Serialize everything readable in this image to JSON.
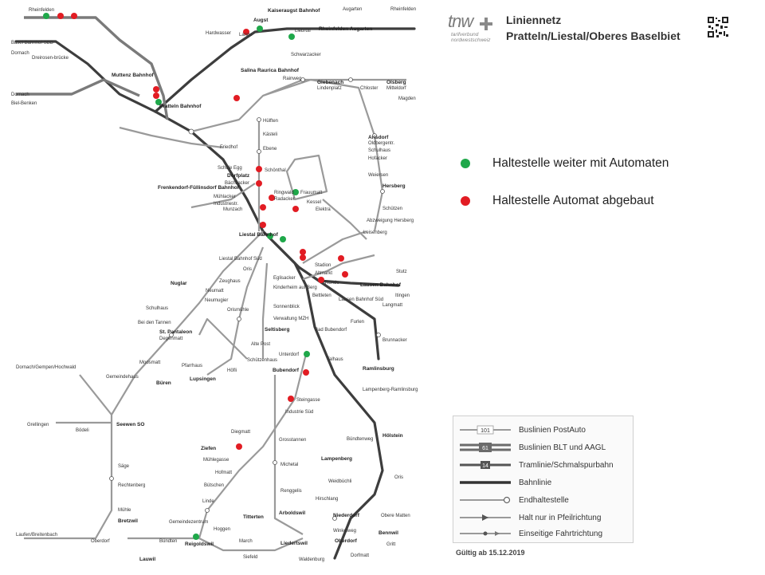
{
  "header": {
    "logo_name": "tnw",
    "logo_sub_1": "tarifverbund",
    "logo_sub_2": "nordwestschweiz",
    "title": "Liniennetz",
    "subtitle": "Pratteln/Liestal/Oberes Baselbiet",
    "qr_icon": "qr-code-icon"
  },
  "legend": {
    "green_label": "Haltestelle weiter mit Automaten",
    "red_label": "Haltestelle Automat abgebaut",
    "green_color": "#1fa84a",
    "red_color": "#e21c23"
  },
  "line_key": {
    "items": [
      {
        "symbol": "101",
        "label": "Buslinien PostAuto"
      },
      {
        "symbol": "61",
        "label": "Buslinien BLT und AAGL"
      },
      {
        "symbol": "14",
        "label": "Tramlinie/Schmalspurbahn"
      },
      {
        "symbol": "",
        "label": "Bahnlinie"
      },
      {
        "symbol": "",
        "label": "Endhaltestelle"
      },
      {
        "symbol": "",
        "label": "Halt nur in Pfeilrichtung"
      },
      {
        "symbol": "",
        "label": "Einseitige Fahrtrichtung"
      }
    ],
    "valid": "Gültig ab 15.12.2019"
  },
  "map": {
    "stations_bold": {
      "pratteln": "Pratteln Bahnhof",
      "muttenz": "Muttenz Bahnhof",
      "liestal": "Liestal Bahnhof",
      "sissach_region": "Lausen Bahnhof",
      "kaiseraugst": "Kaiseraugst Bahnhof",
      "augst": "Augst",
      "salina": "Salina Raurica Bahnhof",
      "giebenach": "Giebenach",
      "olsberg": "Olsberg",
      "arisdorf": "Arisdorf",
      "hersberg": "Hersberg",
      "frenkendorf": "Frenkendorf-Füllinsdorf Bahnhof",
      "dorfplatz": "Dorfplatz",
      "nuglar": "Nuglar",
      "st_pantaleon": "St. Pantaleon",
      "seltisberg": "Seltisberg",
      "lupsingen": "Lupsingen",
      "bueren": "Büren",
      "seewen": "Seewen SO",
      "bubendorf": "Bubendorf",
      "ramlinsburg": "Ramlinsburg",
      "ziefen": "Ziefen",
      "bretzwil": "Bretzwil",
      "reigoldswil": "Reigoldswil",
      "lauwil": "Lauwil",
      "titterten": "Titterten",
      "arboldswil": "Arboldswil",
      "lampenberg": "Lampenberg",
      "hoelstein": "Hölstein",
      "niederdorf": "Niederdorf",
      "liedertswil": "Liedertswil",
      "oberdorf": "Oberdorf",
      "bennwil": "Bennwil"
    },
    "stations": {
      "kaiseraugst_top": "Rheinfelden",
      "augarten": "Augarten",
      "rheinfelden_augarten": "Rheinfelden Augarten",
      "basel_sbb": "Basel Bahnhof SBB",
      "dornach": "Dornach",
      "dreirosen": "Dreirosen-brücke",
      "biel_benken": "Biel-Benken",
      "hardwasser": "Hardwasser",
      "lange": "Lange",
      "liebrueti": "Liebrüti",
      "schwarzacker": "Schwarzacker",
      "rainweg": "Rainweg",
      "lindenplatz": "Lindenplatz",
      "chloster": "Chloster",
      "mitteldorf": "Mitteldorf",
      "magden": "Magden",
      "huelften": "Hülften",
      "kaesteli": "Kästeli",
      "ebene": "Ebene",
      "friedhof": "Friedhof",
      "schule_egg": "Schule Egg",
      "baechliacker": "Bächliacker",
      "muehlacker": "Mühlacker",
      "industriestr": "Industriestr.",
      "munzach": "Munzach",
      "schoenthal": "Schönthal",
      "ringwald": "Ringwald",
      "radacker": "Radacker",
      "frauumatt": "Frauumatt",
      "kessel": "Kessel",
      "elektra": "Elektra",
      "schuetzen": "Schützen",
      "abzweigung_hersberg": "Abzweigung Hersberg",
      "leisenberg": "Leisenberg",
      "orisbach": "Oris",
      "zeughaus": "Zeughaus",
      "neumatt": "Neumatt",
      "neumugier": "Neumugier",
      "orismuehle": "Orismühle",
      "schulhaus": "Schulhaus",
      "bei_den_tannen": "Bei den Tannen",
      "degenmatt": "Degenmatt",
      "pfarrhaus": "Pfarrhaus",
      "hoefli": "Höfli",
      "alte_post": "Alte Post",
      "schuetzenhaus": "Schützenhaus",
      "unterdorf": "Unterdorf",
      "talhaus": "Talhaus",
      "steingasse": "Steingasse",
      "industrie_sued": "Industrie Süd",
      "diegmatt": "Diegmatt",
      "muehlegasse": "Mühlegasse",
      "hofmatt": "Hofmatt",
      "buetschen": "Bütschen",
      "linde": "Linde",
      "gemeindezentrum": "Gemeindezentrum",
      "hoggen": "Hoggen",
      "march": "March",
      "grosstannen": "Grosstannen",
      "michetal": "Michetal",
      "renggelis": "Renggelis",
      "buendtenweg": "Bündtenweg",
      "weidbuechli": "Weidbüchli",
      "hirschlang": "Hirschlang",
      "winkelweg": "Winkelweg",
      "obere_matten": "Obere Matten",
      "dorfmatt": "Dorfmatt",
      "gritt": "Gritt",
      "waldenburg": "Waldenburg",
      "siefeld": "Siefeld",
      "buendten": "Bündten",
      "laufen": "Laufen/Breitenbach",
      "oberdorf_bretzwil": "Oberdorf",
      "grellingen": "Grellingen",
      "boedeli": "Bödeli",
      "dornach_gempen": "Dornach/Gempen/Hochwald",
      "moosmatt": "Moosmatt",
      "gemeindehaus": "Gemeindehaus",
      "saege": "Säge",
      "rechtenberg": "Rechtenberg",
      "muehle": "Mühle",
      "kinderheim": "Kinderheim auf Berg",
      "sonnenblick": "Sonnenblick",
      "verwaltung": "Verwaltung MZH",
      "eglisacker": "Eglisacker",
      "bad_bubendorf": "Bad Bubendorf",
      "bettlerrain": "Bettleten",
      "lausen_sued": "Lausen Bahnhof Süd",
      "furlen": "Furlen",
      "langmatt": "Langmatt",
      "brunnacker": "Brunnacker",
      "lampenberg_ramlinsburg": "Lampenberg-Ramlinsburg",
      "itingen": "Itingen",
      "stutz": "Stutz",
      "schulhaus_arisdorf": "Schulhaus",
      "hofacker": "Hofacker",
      "weiersen": "Weiersen",
      "oldergentr": "Oldbergentr.",
      "liestal_sued": "Liestal Bahnhof Süd",
      "ronde": "Ronde",
      "altmarkt": "Altmarkt",
      "stadion": "Stadion"
    }
  }
}
